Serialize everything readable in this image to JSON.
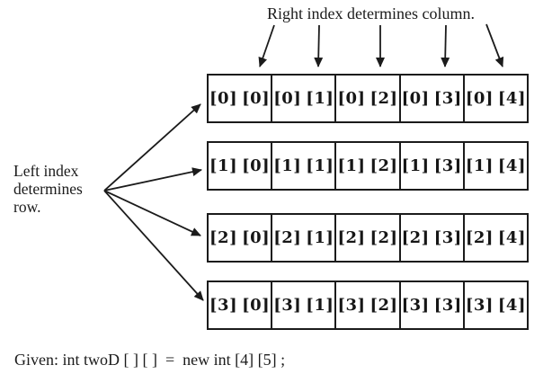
{
  "annotations": {
    "top": "Right index determines column.",
    "left": "Left index determines row."
  },
  "grid": {
    "rows": [
      {
        "cells": [
          {
            "l": "[0]",
            "r": "[0]"
          },
          {
            "l": "[0]",
            "r": "[1]"
          },
          {
            "l": "[0]",
            "r": "[2]"
          },
          {
            "l": "[0]",
            "r": "[3]"
          },
          {
            "l": "[0]",
            "r": "[4]"
          }
        ]
      },
      {
        "cells": [
          {
            "l": "[1]",
            "r": "[0]"
          },
          {
            "l": "[1]",
            "r": "[1]"
          },
          {
            "l": "[1]",
            "r": "[2]"
          },
          {
            "l": "[1]",
            "r": "[3]"
          },
          {
            "l": "[1]",
            "r": "[4]"
          }
        ]
      },
      {
        "cells": [
          {
            "l": "[2]",
            "r": "[0]"
          },
          {
            "l": "[2]",
            "r": "[1]"
          },
          {
            "l": "[2]",
            "r": "[2]"
          },
          {
            "l": "[2]",
            "r": "[3]"
          },
          {
            "l": "[2]",
            "r": "[4]"
          }
        ]
      },
      {
        "cells": [
          {
            "l": "[3]",
            "r": "[0]"
          },
          {
            "l": "[3]",
            "r": "[1]"
          },
          {
            "l": "[3]",
            "r": "[2]"
          },
          {
            "l": "[3]",
            "r": "[3]"
          },
          {
            "l": "[3]",
            "r": "[4]"
          }
        ]
      }
    ]
  },
  "caption": "Given: int twoD [ ] [ ]  =  new int [4] [5] ;",
  "colors": {
    "ink": "#1b1b1b",
    "background": "#ffffff"
  }
}
